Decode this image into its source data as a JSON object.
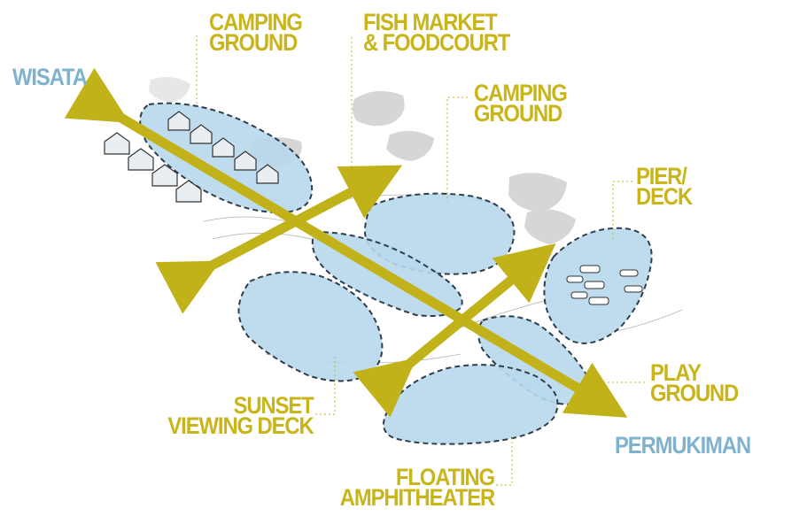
{
  "colors": {
    "zone_label": "#c9b51a",
    "direction_label": "#7fb2cf",
    "zone_fill": "#b7d8ec",
    "arrow": "#c2b21a",
    "tent_gray": "#cdcdcd"
  },
  "directions": {
    "wisata": "WISATA",
    "permukiman": "PERMUKIMAN"
  },
  "zones": {
    "camping_ground_1": {
      "line1": "CAMPING",
      "line2": "GROUND"
    },
    "fish_market": {
      "line1": "FISH MARKET",
      "line2": "& FOODCOURT"
    },
    "camping_ground_2": {
      "line1": "CAMPING",
      "line2": "GROUND"
    },
    "pier_deck": {
      "line1": "PIER/",
      "line2": "DECK"
    },
    "play_ground": {
      "line1": "PLAY",
      "line2": "GROUND"
    },
    "sunset_deck": {
      "line1": "SUNSET",
      "line2": "VIEWING DECK"
    },
    "amphitheater": {
      "line1": "FLOATING",
      "line2": "AMPHITHEATER"
    }
  }
}
